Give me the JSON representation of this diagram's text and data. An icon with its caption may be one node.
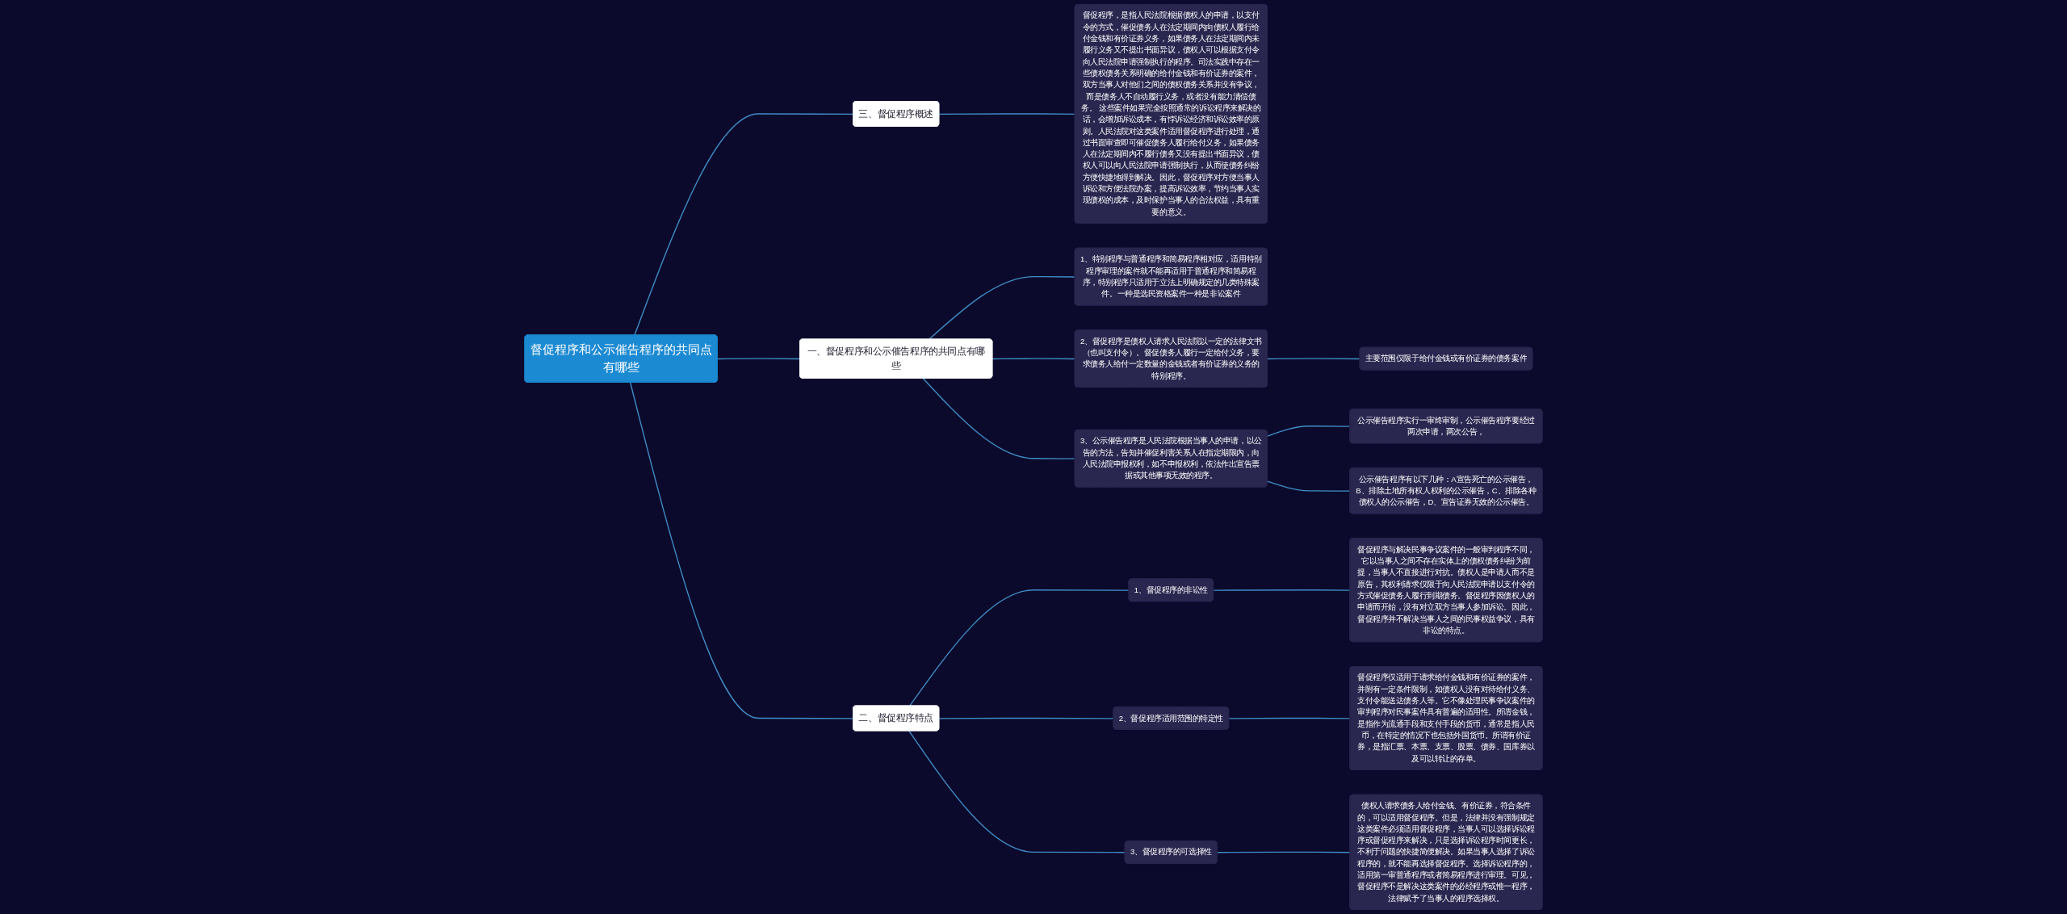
{
  "diagram": {
    "nodes": [
      {
        "text": [
          "督促程序和公示催告程序的共同点有哪些"
        ]
      },
      {
        "text": [
          "一、督促程序和公示催告程序的共同点有哪些"
        ]
      },
      {
        "text": [
          "1、特别程序与普通程序和简易程序相对应，适用特别程序审理的案件就不能再适用于普通程序和简易程序，特别程序只适用于立法上明确规定的几类特殊案件。一种是选民资格案件一种是非讼案件"
        ]
      },
      {
        "text": [
          "2、督促程序是债权人请求人民法院以一定的法律文书（也叫支付令）。督促债务人履行一定给付义务，要求债务人给付一定数量的金钱或者有价证券的义务的特别程序。"
        ]
      },
      {
        "text": [
          "主要范围仅限于给付金钱或有价证券的债务案件"
        ]
      },
      {
        "text": [
          "3、公示催告程序是人民法院根据当事人的申请，以公告的方法，告知并催促利害关系人在指定期限内，向人民法院申报权利，如不申报权利，依法作出宣告票据或其他事项无效的程序。"
        ]
      },
      {
        "text": [
          "公示催告程序实行一审终审制，公示催告程序要经过两次申请，两次公告，"
        ]
      },
      {
        "text": [
          "公示催告程序有以下几种：A宣告死亡的公示催告，B、排除土地所有权人权利的公示催告，C、排除各种债权人的公示催告，D、宣告证券无效的公示催告。"
        ]
      },
      {
        "text": [
          "三、督促程序概述"
        ]
      },
      {
        "text": [
          "督促程序，是指人民法院根据债权人的申请，以支付令的方式，催促债务人在法定期间内向债权人履行给付金钱和有价证券义务，如果债务人在法定期间内未履行义务又不提出书面异议，债权人可以根据支付令向人民法院申请强制执行的程序。司法实践中存在一些债权债务关系明确的给付金钱和有价证券的案件，双方当事人对他们之间的债权债务关系并没有争议，而是债务人不自动履行义务，或者没有能力清偿债务。 这些案件如果完全按照通常的诉讼程序来解决的话，会增加诉讼成本，有悖诉讼经济和诉讼效率的原则。人民法院对这类案件适用督促程序进行处理，通过书面审查即可催促债务人履行给付义务，如果债务人在法定期间内不履行债务又没有提出书面异议，债权人可以向人民法院申请强制执行，从而使债务纠纷方便快捷地得到解决。因此，督促程序对方便当事人诉讼和方便法院办案，提高诉讼效率，节约当事人实现债权的成本，及时保护当事人的合法权益，具有重要的意义。"
        ]
      },
      {
        "text": [
          "二、督促程序特点"
        ]
      },
      {
        "text": [
          "1、督促程序的非讼性"
        ]
      },
      {
        "text": [
          "督促程序与解决民事争议案件的一般审判程序不同，它以当事人之间不存在实体上的债权债务纠纷为前提，当事人不直接进行对抗。债权人是申请人而不是原告，其权利请求仅限于向人民法院申请以支付令的方式催促债务人履行到期债务。督促程序因债权人的申请而开始，没有对立双方当事人参加诉讼。因此，督促程序并不解决当事人之间的民事权益争议，具有非讼的特点。"
        ]
      },
      {
        "text": [
          "2、督促程序适用范围的特定性"
        ]
      },
      {
        "text": [
          "督促程序仅适用于请求给付金钱和有价证券的案件，并附有一定条件限制，如债权人没有对待给付义务、支付令能送达债务人等。它不像处理民事争议案件的审判程序对民事案件具有普遍的适用性。所谓金钱，是指作为流通手段和支付手段的货币，通常是指人民币，在特定的情况下也包括外国货币。所谓有价证券，是指汇票、本票、支票、股票、债券、国库券以及可以转让的存单。"
        ]
      },
      {
        "text": [
          "3、督促程序的可选择性"
        ]
      },
      {
        "text": [
          "债权人请求债务人给付金钱、有价证券，符合条件的，可以适用督促程序。但是，法律并没有强制规定这类案件必须适用督促程序，当事人可以选择诉讼程序或督促程序来解决，只是选择诉讼程序时间更长，不利于问题的快捷简便解决。如果当事人选择了诉讼程序的，就不能再选择督促程序。选择诉讼程序的，适用第一审普通程序或者简易程序进行审理。可见，督促程序不是解决这类案件的必经程序或惟一程序，法律赋予了当事人的程序选择权。"
        ]
      }
    ],
    "edges": [
      {
        "from": 0,
        "to": 1,
        "arrow": "none"
      },
      {
        "from": 1,
        "to": 2,
        "arrow": "none"
      },
      {
        "from": 1,
        "to": 3,
        "arrow": "none"
      },
      {
        "from": 3,
        "to": 4,
        "arrow": "none"
      },
      {
        "from": 1,
        "to": 5,
        "arrow": "none"
      },
      {
        "from": 5,
        "to": 6,
        "arrow": "none"
      },
      {
        "from": 5,
        "to": 7,
        "arrow": "none"
      },
      {
        "from": 0,
        "to": 8,
        "arrow": "none"
      },
      {
        "from": 8,
        "to": 9,
        "arrow": "none"
      },
      {
        "from": 0,
        "to": 10,
        "arrow": "none"
      },
      {
        "from": 10,
        "to": 11,
        "arrow": "none"
      },
      {
        "from": 11,
        "to": 12,
        "arrow": "none"
      },
      {
        "from": 10,
        "to": 13,
        "arrow": "none"
      },
      {
        "from": 13,
        "to": 14,
        "arrow": "none"
      },
      {
        "from": 10,
        "to": 15,
        "arrow": "none"
      },
      {
        "from": 15,
        "to": 16,
        "arrow": "none"
      }
    ]
  }
}
